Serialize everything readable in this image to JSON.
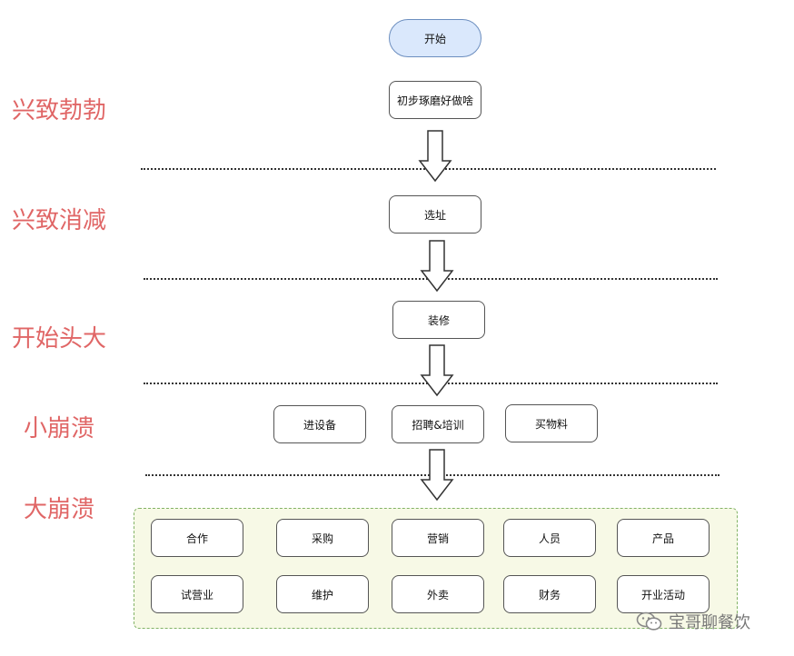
{
  "stage_labels": [
    "兴致勃勃",
    "兴致消减",
    "开始头大",
    "小崩溃",
    "大崩溃"
  ],
  "nodes": {
    "start": "开始",
    "step1": "初步琢磨好做啥",
    "step2": "选址",
    "step3": "装修",
    "step4": [
      "进设备",
      "招聘&培训",
      "买物料"
    ]
  },
  "group_items": [
    [
      "合作",
      "采购",
      "营销",
      "人员",
      "产品"
    ],
    [
      "试营业",
      "维护",
      "外卖",
      "财务",
      "开业活动"
    ]
  ],
  "watermark": "宝哥聊餐饮",
  "colors": {
    "stage_label": "#e06666",
    "start_fill": "#dae8fc",
    "start_border": "#6c8ebf",
    "group_fill": "#f7f9e6",
    "group_border": "#82b366"
  }
}
